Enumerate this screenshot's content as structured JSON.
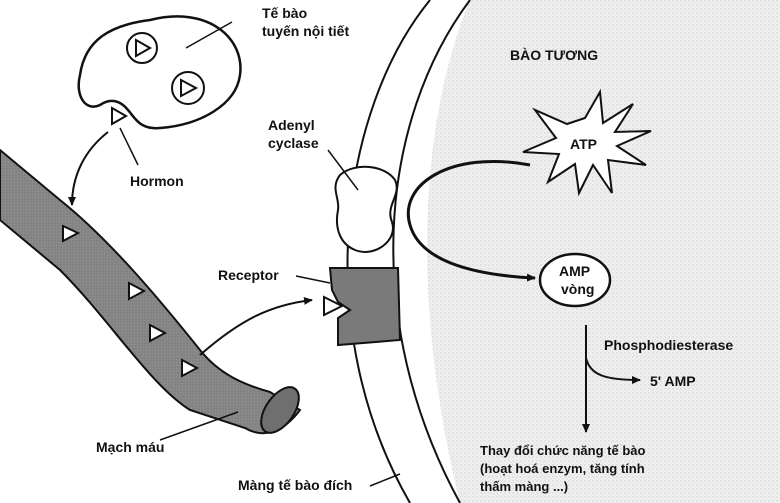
{
  "labels": {
    "endocrine_cell": "Tế bào",
    "endocrine_cell_2": "tuyến nội tiết",
    "hormone": "Hormon",
    "cytoplasm": "BÀO TƯƠNG",
    "adenyl": "Adenyl",
    "cyclase": "cyclase",
    "atp": "ATP",
    "amp": "AMP",
    "amp_2": "vòng",
    "receptor": "Receptor",
    "phosphodiesterase": "Phosphodiesterase",
    "amp5": "5' AMP",
    "result_1": "Thay đổi chức năng tế bào",
    "result_2": "(hoạt hoá enzym, tăng tính",
    "result_3": "thấm màng ...)",
    "blood_vessel": "Mạch máu",
    "target_membrane": "Màng tế bào đích"
  },
  "colors": {
    "ink": "#111111",
    "vessel_fill": "#8a8a8a",
    "receptor_fill": "#7a7a7a",
    "cytoplasm_fill": "#ececec",
    "background": "#ffffff"
  }
}
